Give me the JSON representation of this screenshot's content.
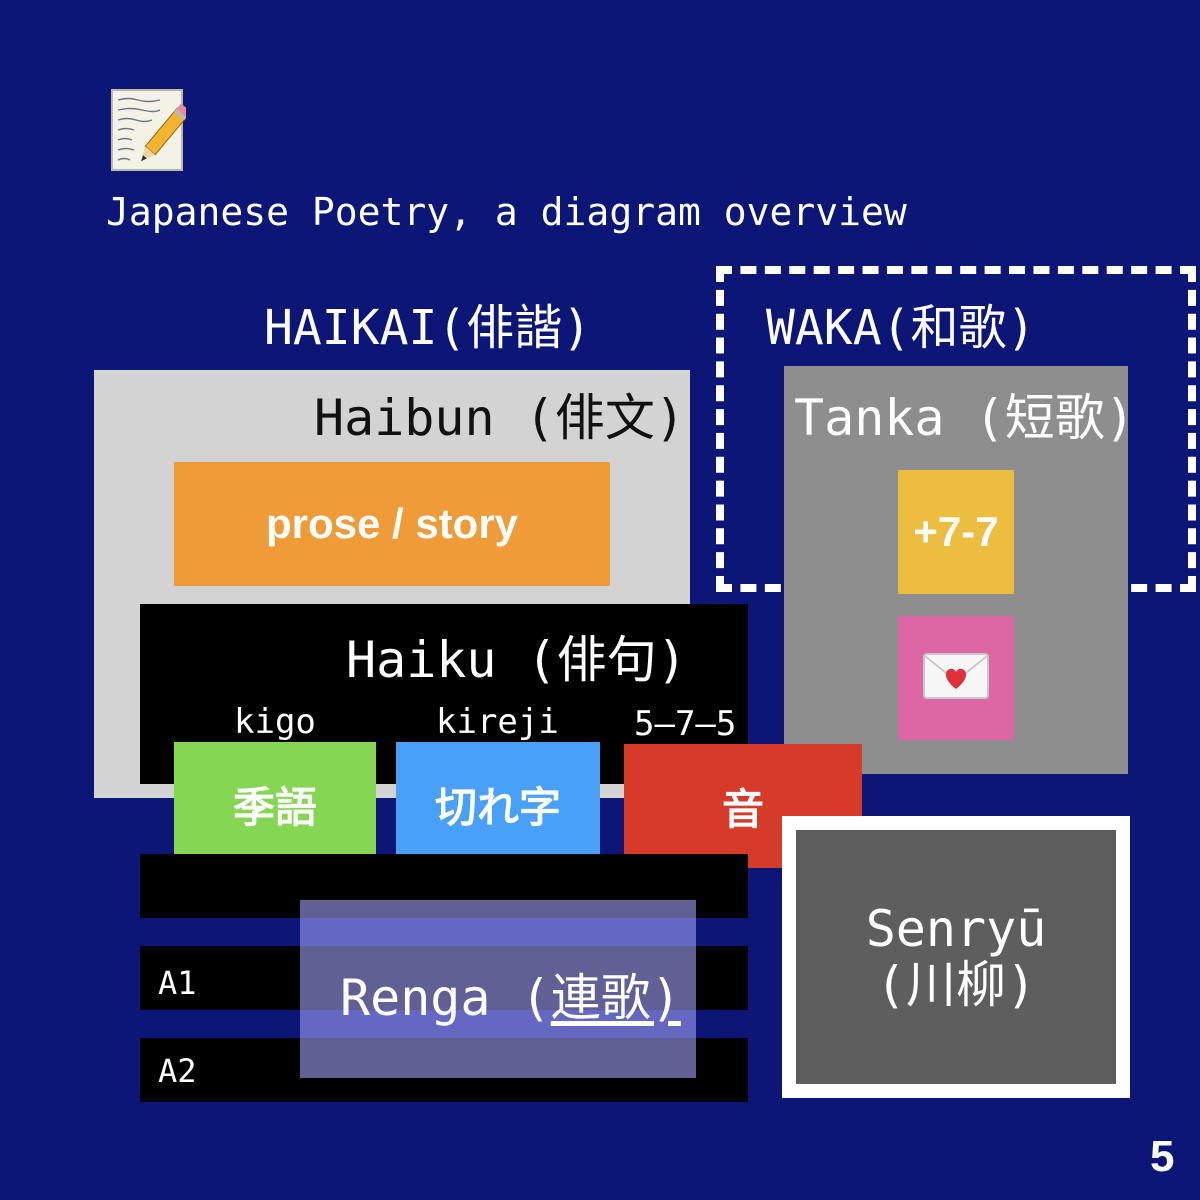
{
  "title": "Japanese Poetry, a diagram overview",
  "icons": {
    "document": "notepad-with-pencil-icon",
    "love_letter": "love-letter-icon"
  },
  "haikai": {
    "label": "HAIKAI(俳諧)"
  },
  "waka": {
    "label": "WAKA(和歌)"
  },
  "haibun": {
    "label": "Haibun (俳文)",
    "prose": "prose / story"
  },
  "tanka": {
    "label": "Tanka (短歌)",
    "addition": "+7-7"
  },
  "haiku": {
    "label": "Haiku (俳句)",
    "kigo_label": "kigo",
    "kireji_label": "kireji",
    "syllables_label": "5–7–5",
    "kigo": "季語",
    "kireji": "切れ字",
    "on": "音"
  },
  "renga": {
    "label_prefix": "Renga (",
    "label_kanji": "連歌)",
    "rows": [
      "A1",
      "A2"
    ]
  },
  "senryu": {
    "line1": "Senryū",
    "line2": "(川柳)"
  },
  "page_number": "5",
  "colors": {
    "background": "#0b1677",
    "haibun": "#d3d3d3",
    "prose": "#ef9b38",
    "tanka": "#8e8e8e",
    "seven_seven": "#edbd3f",
    "love": "#dd67a4",
    "kigo": "#84d653",
    "kireji": "#48a0f8",
    "on": "#d63a28",
    "senryu": "#5e5e5e"
  }
}
